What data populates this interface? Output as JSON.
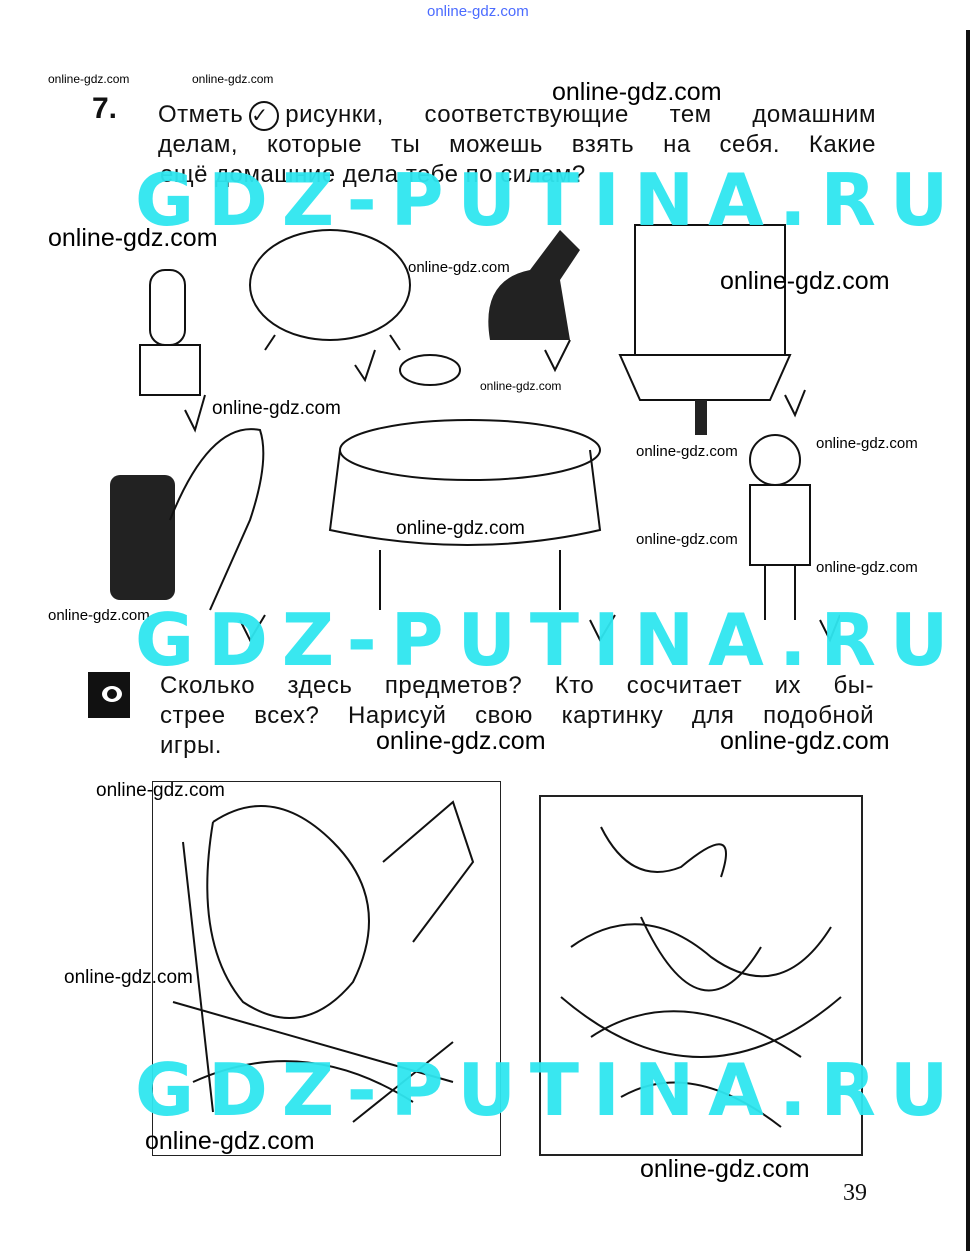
{
  "header_watermark": "online-gdz.com",
  "task7": {
    "number": "7.",
    "line1_pre": "Отметь",
    "check_glyph": "✓",
    "line1_post": "рисунки, соответствующие тем домашним",
    "line2": "делам, которые ты можешь взять на себя. Какие",
    "line3": "ещё домашние дела тебе по силам?"
  },
  "task_count": {
    "line1": "Сколько здесь предметов? Кто сосчитает их бы-",
    "line2": "стрее всех? Нарисуй свою картинку для подобной",
    "line3": "игры."
  },
  "watermarks": [
    "online-gdz.com",
    "online-gdz.com",
    "online-gdz.com",
    "online-gdz.com",
    "online-gdz.com",
    "online-gdz.com",
    "online-gdz.com",
    "online-gdz.com",
    "online-gdz.com",
    "online-gdz.com",
    "online-gdz.com",
    "online-gdz.com",
    "online-gdz.com",
    "online-gdz.com",
    "online-gdz.com",
    "online-gdz.com",
    "online-gdz.com",
    "online-gdz.com",
    "online-gdz.com"
  ],
  "big_watermark": "GDZ-PUTINA.RU",
  "page_number": "39"
}
